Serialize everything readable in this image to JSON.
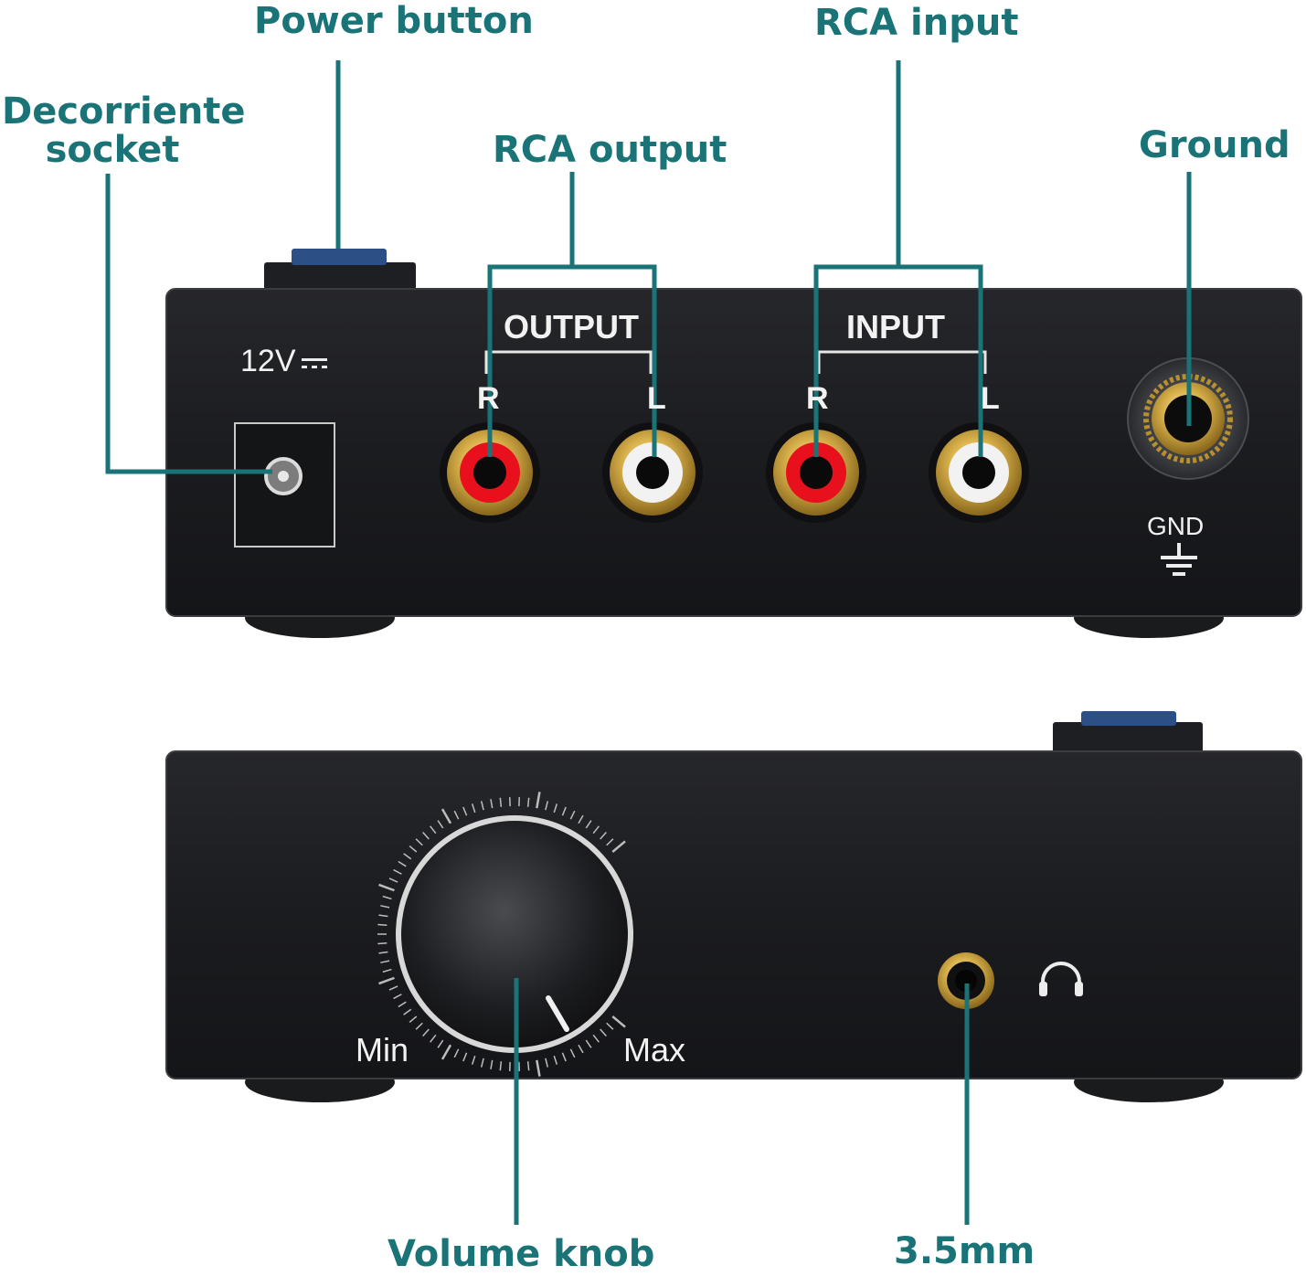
{
  "callouts": {
    "power_button": "Power button",
    "rca_input": "RCA input",
    "dc_socket_line1": "Decorriente",
    "dc_socket_line2": "socket",
    "rca_output": "RCA output",
    "ground": "Ground",
    "volume_knob": "Volume knob",
    "jack_35mm": "3.5mm"
  },
  "rear_panel": {
    "dc_label": "12V",
    "output_group": "OUTPUT",
    "input_group": "INPUT",
    "right_channel": "R",
    "left_channel": "L",
    "ground_label": "GND"
  },
  "front_panel": {
    "min_label": "Min",
    "max_label": "Max"
  },
  "colors": {
    "callout": "#1a7377",
    "chassis": "#1c1d20",
    "gold": "#c9a23a",
    "rca_red": "#e8101c",
    "rca_white": "#f2f2f2",
    "button_blue": "#2c4f86"
  },
  "icons": [
    "dc-power-icon",
    "ground-symbol-icon",
    "headphones-icon"
  ]
}
